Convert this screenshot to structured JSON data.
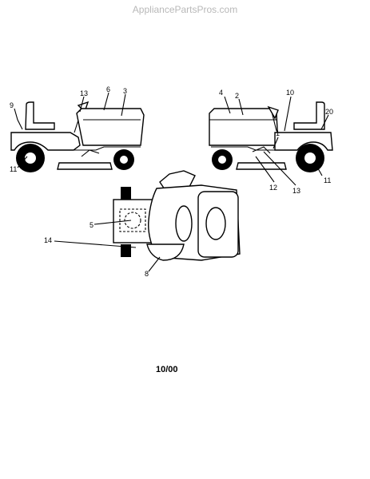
{
  "watermark": "AppliancePartsPros.com",
  "date_code": "10/00",
  "callouts": {
    "left_9": "9",
    "left_11": "11",
    "left_13": "13",
    "left_6": "6",
    "left_3": "3",
    "right_4": "4",
    "right_2": "2",
    "right_10": "10",
    "right_20": "20",
    "right_1": "1",
    "right_12": "12",
    "right_13": "13",
    "right_11": "11",
    "top_5": "5",
    "top_14": "14",
    "top_8": "8"
  }
}
